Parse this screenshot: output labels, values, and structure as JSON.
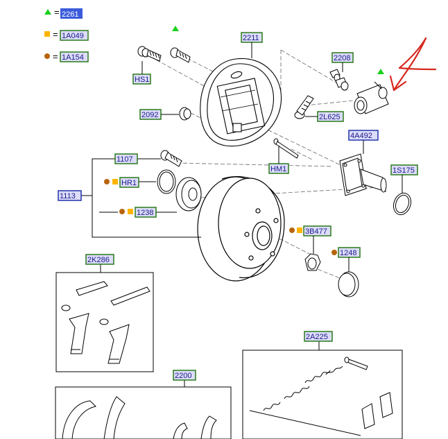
{
  "legend": [
    {
      "symbol": "green-triangle",
      "eq": "=",
      "code": "2261",
      "selected": true
    },
    {
      "symbol": "orange-square",
      "eq": "=",
      "code": "1A049",
      "selected": false
    },
    {
      "symbol": "brown-circle",
      "eq": "=",
      "code": "1A154",
      "selected": false
    }
  ],
  "colors": {
    "green_marker": "#19d01b",
    "orange_marker": "#ffb400",
    "brown_marker": "#b8640c",
    "label_text": "#1a1a8c",
    "label_fill": "#dcdcf8",
    "label_border_green": "#2a7a1a",
    "label_border_blue": "#2233aa",
    "selection": "#3b5bdb",
    "annotation_arrow": "#d6281e"
  },
  "labels": {
    "hs1": "HS1",
    "p2211": "2211",
    "p2208": "2208",
    "p2092": "2092",
    "p2l625": "2L625",
    "p4a492": "4A492",
    "p1107": "1107",
    "hm1": "HM1",
    "hr1": "HR1",
    "p1s175": "1S175",
    "p1113": "1113",
    "p1238": "1238",
    "p3b477": "3B477",
    "p1248": "1248",
    "p2k286": "2K286",
    "p2a225": "2A225",
    "p2200": "2200"
  }
}
